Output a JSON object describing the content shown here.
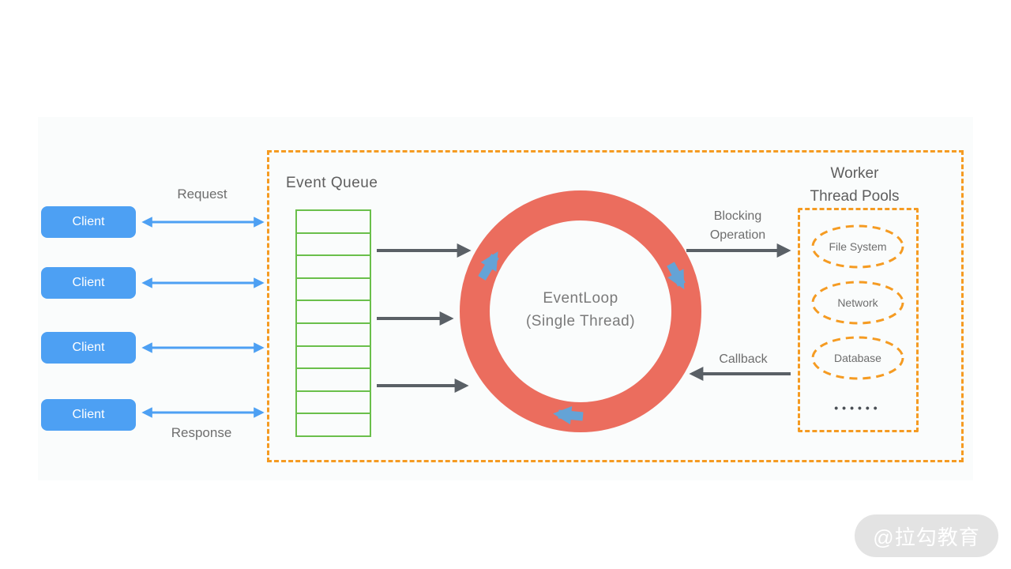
{
  "diagram": {
    "clients": [
      {
        "label": "Client"
      },
      {
        "label": "Client"
      },
      {
        "label": "Client"
      },
      {
        "label": "Client"
      }
    ],
    "labels": {
      "request": "Request",
      "response": "Response",
      "blocking_line1": "Blocking",
      "blocking_line2": "Operation",
      "callback": "Callback"
    },
    "event_queue": {
      "title": "Event Queue",
      "cell_count": 10
    },
    "event_loop": {
      "title": "EventLoop",
      "subtitle": "(Single Thread)"
    },
    "worker_pools": {
      "title_line1": "Worker",
      "title_line2": "Thread Pools",
      "pools": [
        "File System",
        "Network",
        "Database"
      ],
      "more_indicator": "••••••"
    },
    "watermark": "@拉勾教育",
    "colors": {
      "client_blue": "#4da0f3",
      "loop_red": "#eb6d5e",
      "queue_green": "#6abf4b",
      "dashed_orange": "#f59b22",
      "arrow_gray": "#5a6066",
      "loop_arrow_blue": "#64a3d6"
    }
  }
}
